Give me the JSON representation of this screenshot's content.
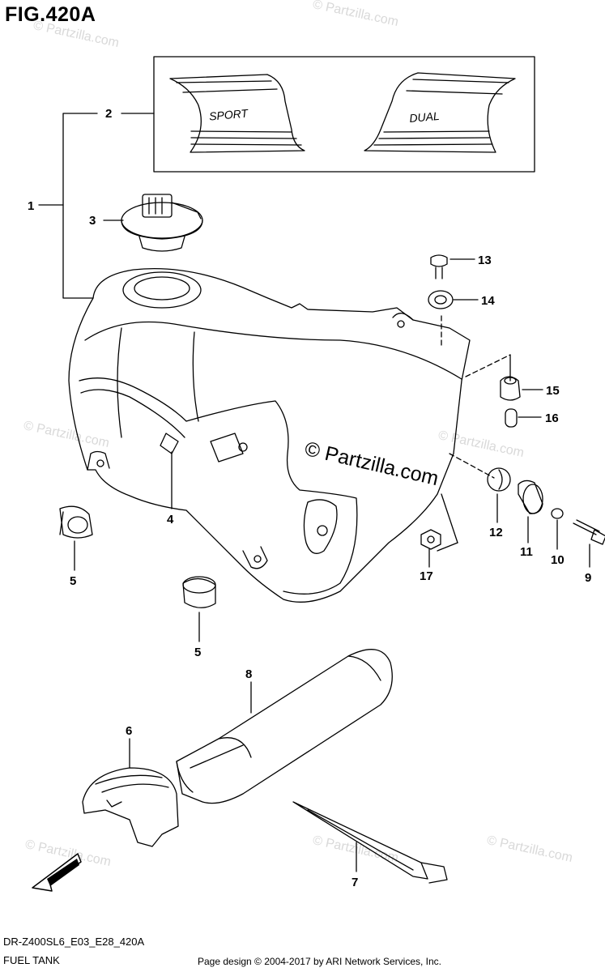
{
  "figure": {
    "title": "FIG.420A",
    "diagram_code": "DR-Z400SL6_E03_E28_420A",
    "section_name": "FUEL TANK"
  },
  "watermark": {
    "small": "© Partzilla.com",
    "center": "© Partzilla.com"
  },
  "decals": {
    "left_text": "SPORT",
    "right_text": "DUAL"
  },
  "forward_arrow": {
    "label": "FWD"
  },
  "callouts": [
    "1",
    "2",
    "3",
    "4",
    "5",
    "5",
    "6",
    "7",
    "8",
    "9",
    "10",
    "11",
    "12",
    "13",
    "14",
    "15",
    "16",
    "17"
  ],
  "footer": {
    "credit": "Page design © 2004-2017 by ARI Network Services, Inc."
  }
}
